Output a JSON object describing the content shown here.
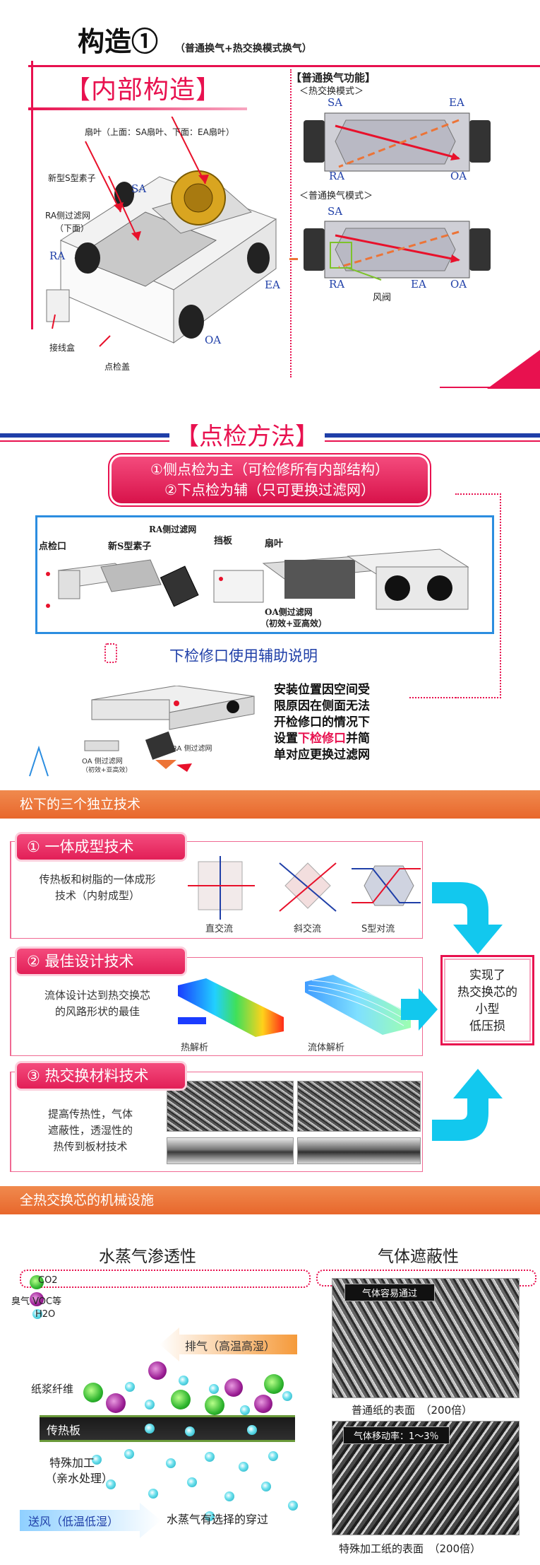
{
  "structure": {
    "title": "构造①",
    "subtitle": "（普通换气+热交换模式换气）",
    "internal_heading": "【内部构造】",
    "diagram_labels": {
      "fan": "扇叶（上面：SA扇叶、下面：EA扇叶）",
      "element": "新型S型素子",
      "sa": "SA",
      "ra_filter": "RA侧过滤网",
      "ra_filter_sub": "（下面）",
      "ra": "RA",
      "ea": "EA",
      "oa": "OA",
      "junction_box": "接线盒",
      "inspection_cover": "点检盖"
    },
    "normal_func_heading": "【普通换气功能】",
    "mode_heat": "＜热交换模式＞",
    "mode_normal": "＜普通换气模式＞",
    "damper": "风阀"
  },
  "inspection": {
    "heading": "【点检方法】",
    "line1": "①侧点检为主（可检修所有内部结构）",
    "line2": "②下点检为辅（只可更换过滤网）",
    "labels": {
      "port": "点检口",
      "element": "新S型素子",
      "ra_filter": "RA侧过滤网",
      "baffle": "挡板",
      "fan": "扇叶",
      "oa_filter": "OA侧过滤网",
      "oa_filter_sub": "（初效+亚高效）"
    },
    "aux_title": "下检修口使用辅助说明",
    "small_oa_filter": "OA 侧过滤网",
    "small_oa_filter_sub": "（初效+亚高效）",
    "small_ra_filter": "RA 侧过滤网",
    "note_lines": [
      "安装位置因空间受",
      "限原因在侧面无法",
      "开检修口的情况下"
    ],
    "note_line4_pre": "设置",
    "note_line4_highlight": "下检修口",
    "note_line4_post": "并简",
    "note_line5": "单对应更换过滤网"
  },
  "tech": {
    "bar_title": "松下的三个独立技术",
    "item1": {
      "title": "① 一体成型技术",
      "desc_lines": [
        "传热板和树脂的一体成形",
        "技术（内射成型）"
      ],
      "captions": [
        "直交流",
        "斜交流",
        "S型对流"
      ]
    },
    "item2": {
      "title": "② 最佳设计技术",
      "desc_lines": [
        "流体设计达到热交换芯",
        "的风路形状的最佳"
      ],
      "captions": [
        "热解析",
        "流体解析"
      ]
    },
    "item3": {
      "title": "③ 热交换材料技术",
      "desc_lines": [
        "提高传热性，气体",
        "遮蔽性，透湿性的",
        "热传到板材技术"
      ]
    },
    "result_lines": [
      "实现了",
      "热交换芯的",
      "小型",
      "低压损"
    ]
  },
  "mech": {
    "bar_title": "全热交换芯的机械设施",
    "left_heading": "水蒸气渗透性",
    "right_heading": "气体遮蔽性",
    "legend": [
      "CO2",
      "臭气 VOC等",
      "H2O"
    ],
    "exhaust": "排气（高温高湿）",
    "pulp": "纸浆纤维",
    "plate": "传热板",
    "special1": "特殊加工",
    "special2": "（亲水处理）",
    "supply": "送风（低温低湿）",
    "vapor": "水蒸气有选择的穿过",
    "gas_easy": "气体容易通过",
    "normal_paper": "普通纸的表面　（200倍）",
    "gas_rate": "气体移动率：1～3％",
    "special_paper": "特殊加工纸的表面　（200倍）"
  },
  "colors": {
    "accent_pink": "#e8114f",
    "orange_bar": "#ec7437",
    "title_blue": "#1f3fa8",
    "cyan_arrow": "#12c8ee"
  }
}
